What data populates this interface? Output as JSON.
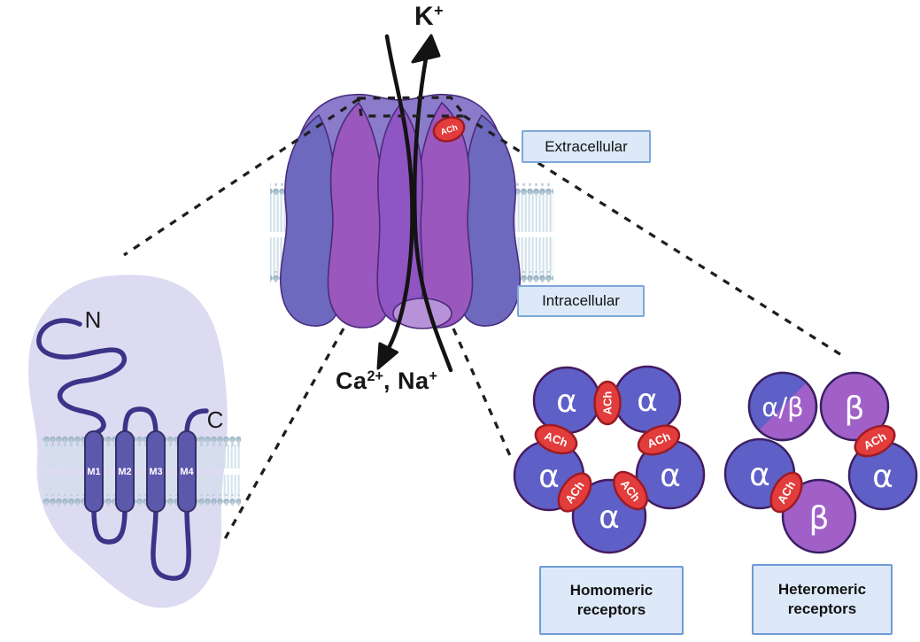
{
  "ions": {
    "potassium": {
      "symbol": "K",
      "charge": "+"
    },
    "influx": {
      "ca": "Ca",
      "ca_charge": "2+",
      "separator": ", ",
      "na": "Na",
      "na_charge": "+"
    }
  },
  "membrane_labels": {
    "extracellular": "Extracellular",
    "intracellular": "Intracellular"
  },
  "receptor": {
    "ach_ligand": "ACh"
  },
  "subunit_panel": {
    "n_terminus": "N",
    "c_terminus": "C",
    "segments": [
      {
        "label": "M1"
      },
      {
        "label": "M2"
      },
      {
        "label": "M3"
      },
      {
        "label": "M4"
      }
    ]
  },
  "homomeric": {
    "caption": {
      "line1": "Homomeric",
      "line2": "receptors"
    },
    "subunits": [
      {
        "label": "α"
      },
      {
        "label": "α"
      },
      {
        "label": "α"
      },
      {
        "label": "α"
      },
      {
        "label": "α"
      }
    ],
    "ach_sites": [
      {
        "label": "ACh"
      },
      {
        "label": "ACh"
      },
      {
        "label": "ACh"
      },
      {
        "label": "ACh"
      },
      {
        "label": "ACh"
      }
    ]
  },
  "heteromeric": {
    "caption": {
      "line1": "Heteromeric",
      "line2": "receptors"
    },
    "subunits": [
      {
        "label": "α/β"
      },
      {
        "label": "β"
      },
      {
        "label": "α"
      },
      {
        "label": "α"
      },
      {
        "label": "β"
      }
    ],
    "ach_sites": [
      {
        "label": "ACh"
      },
      {
        "label": "ACh"
      }
    ]
  },
  "colors": {
    "subunit_blue": "#5e5fc7",
    "subunit_purple": "#a160c8",
    "ach_red": "#e23c3c",
    "ach_stroke": "#9c1b24",
    "label_box_bg": "#dde9f8",
    "label_box_border": "#7fa7d8",
    "membrane_tail_blue": "#cfe0ea",
    "membrane_head_gray": "#9db6c6",
    "receptor_blue": "#6c69bf",
    "receptor_purple": "#9a57bd",
    "blob_lavender": "#dcdbf1",
    "loop_dark_blue": "#3b3488"
  }
}
